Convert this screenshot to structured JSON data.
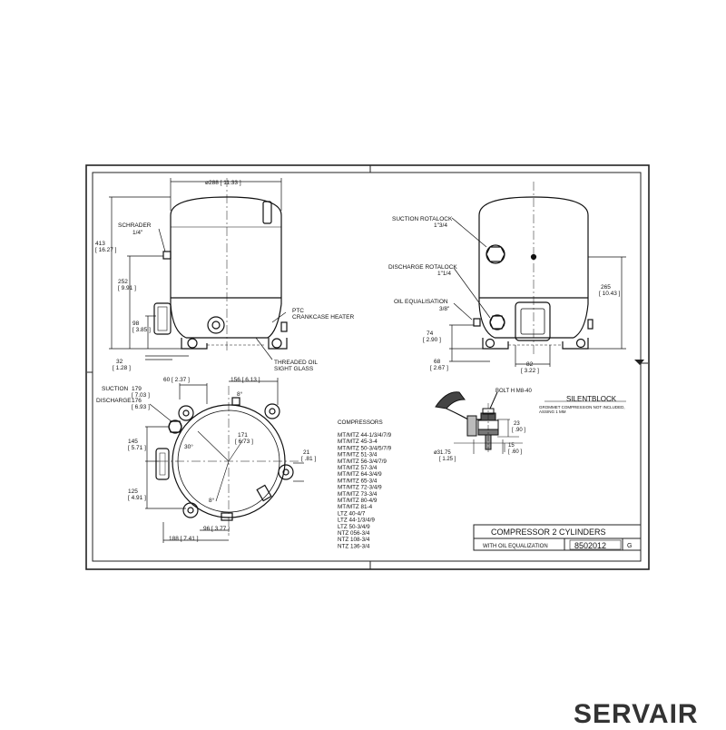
{
  "drawing": {
    "labels": {
      "dia_overall": "ø288 [ 11.33 ]",
      "h413": "413",
      "h413_in": "[ 16.27 ]",
      "h252": "252",
      "h252_in": "[ 9.91 ]",
      "h98": "98",
      "h98_in": "[ 3.85 ]",
      "h32": "32",
      "h32_in": "[ 1.28 ]",
      "schrader": "SCHRADER",
      "schrader_size": "1/4\"",
      "ptc": "PTC",
      "crankcase": "CRANKCASE HEATER",
      "threaded_oil": "THREADED OIL",
      "sight_glass": "SIGHT GLASS",
      "suction_rotalock": "SUCTION ROTALOCK",
      "suction_rotalock_size": "1\"3/4",
      "discharge_rotalock": "DISCHARGE ROTALOCK",
      "discharge_rotalock_size": "1\"1/4",
      "oil_equalisation": "OIL EQUALISATION",
      "oil_equalisation_size": "3/8\"",
      "h265": "265",
      "h265_in": "[ 10.43 ]",
      "h74": "74",
      "h74_in": "[ 2.90 ]",
      "h68": "68",
      "h68_in": "[ 2.67 ]",
      "w82": "82",
      "w82_in": "[ 3.22 ]",
      "d60": "60 [ 2.37 ]",
      "d156": "156 [ 6.13 ]",
      "suction": "SUCTION",
      "suction_v": "179",
      "suction_in": "[ 7.03 ]",
      "discharge": "DISCHARGE",
      "discharge_v": "176",
      "discharge_in": "[ 6.93 ]",
      "ang8a": "8°",
      "ang30": "30°",
      "ang8b": "8°",
      "d171": "171",
      "d171_in": "[ 6.73 ]",
      "d145": "145",
      "d145_in": "[ 5.71 ]",
      "d125": "125",
      "d125_in": "[ 4.91 ]",
      "d21": "21",
      "d21_in": "[ .81 ]",
      "d96": "96 [ 3.77 ]",
      "d188": "188 [ 7.41 ]",
      "bolt": "BOLT H M8-40",
      "silentblock": "SILENTBLOCK",
      "grommet_1": "GROMMET COMPRESSION NOT INCLUDED,",
      "grommet_2": "ASSING 1 MM",
      "d23": "23",
      "d23_in": "[ .90 ]",
      "d15": "15",
      "d15_in": "[ .60 ]",
      "d3175": "ø31.75",
      "d3175_in": "[ 1.25 ]"
    },
    "compressors": {
      "heading": "COMPRESSORS",
      "models": [
        "MT/MTZ 44-1/3/4/7/9",
        "MT/MTZ 45-3-4",
        "MT/MTZ 50-3/4/5/7/9",
        "MT/MTZ 51-3/4",
        "MT/MTZ 56-3/4/7/9",
        "MT/MTZ 57-3/4",
        "MT/MTZ 64-3/4/9",
        "MT/MTZ 65-3/4",
        "MT/MTZ 72-3/4/9",
        "MT/MTZ 73-3/4",
        "MT/MTZ 80-4/9",
        "MT/MTZ 81-4",
        "LTZ 40-4/7",
        "LTZ 44-1/3/4/9",
        "LTZ 50-3/4/9",
        "NTZ 056-3/4",
        "NTZ 108-3/4",
        "NTZ 136-3/4"
      ]
    },
    "title_block": {
      "title": "COMPRESSOR 2 CYLINDERS",
      "subtitle": "WITH OIL EQUALIZATION",
      "number": "8502012",
      "rev": "G"
    }
  },
  "brand": "SERVAIR"
}
